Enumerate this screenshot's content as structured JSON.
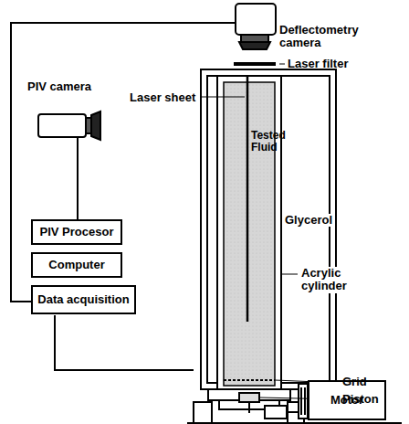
{
  "diagram": {
    "nodes": [
      {
        "text": [
          "PIV Procesor"
        ]
      },
      {
        "text": [
          "Computer"
        ]
      },
      {
        "text": [
          "Data acquisition"
        ]
      },
      {
        "text": [
          "Motor"
        ]
      }
    ],
    "labels": [
      "Deflectometry camera",
      "PIV camera",
      "Laser sheet",
      "Laser filter",
      "Tested Fluid",
      "Glycerol",
      "Acrylic cylinder",
      "Grid",
      "Piston"
    ]
  }
}
